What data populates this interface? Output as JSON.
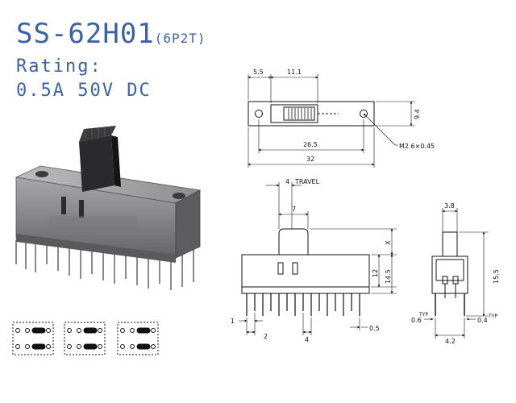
{
  "header": {
    "model": "SS-62H01",
    "config": "(6P2T)",
    "rating_label": "Rating:",
    "rating_value": "0.5A  50V  DC"
  },
  "colors": {
    "header_text": "#3b62a8",
    "drawing": "#111111",
    "photo_body": "#7d7d80"
  },
  "top_view": {
    "dim_5_5": "5.5",
    "dim_11_1": "11.1",
    "dim_9_4": "9.4",
    "dim_26_5": "26.5",
    "dim_32": "32",
    "thread": "M2.6×0.45"
  },
  "front_view": {
    "dim_4_travel": "4",
    "travel_label": "TRAVEL",
    "dim_7": "7",
    "dim_x": "X",
    "dim_12": "12",
    "dim_14_5": "14.5",
    "dim_1": "1",
    "dim_2": "2",
    "dim_4_bottom": "4",
    "dim_0_5": "0.5"
  },
  "side_view": {
    "dim_3_8": "3.8",
    "dim_15_5": "15.5",
    "dim_0_6": "0.6",
    "dim_0_4": "0.4",
    "typ_left": "TYP",
    "typ_right": "TYP",
    "dim_4_2": "4.2"
  }
}
